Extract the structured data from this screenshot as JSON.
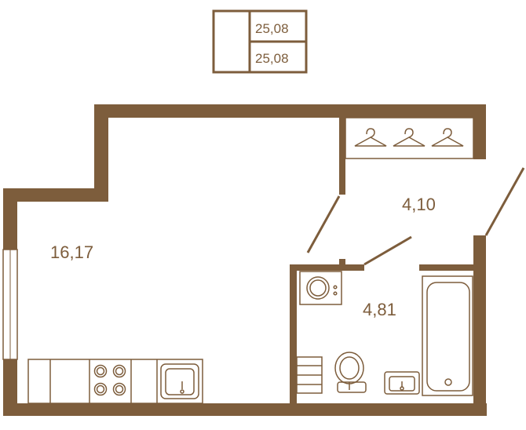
{
  "colors": {
    "wall": "#7d5d3c",
    "fixture": "#7d5d3c",
    "background": "#ffffff"
  },
  "legend": {
    "total_area": "25,08",
    "living_area": "25,08"
  },
  "rooms": {
    "main_room_area": "16,17",
    "hallway_area": "4,10",
    "bathroom_area": "4,81"
  },
  "icons": {
    "wardrobe": "hanger-icon",
    "stove": "stove-icon",
    "sink": "sink-icon",
    "washer": "washing-machine-icon",
    "toilet": "toilet-icon",
    "bathtub": "bathtub-icon"
  }
}
